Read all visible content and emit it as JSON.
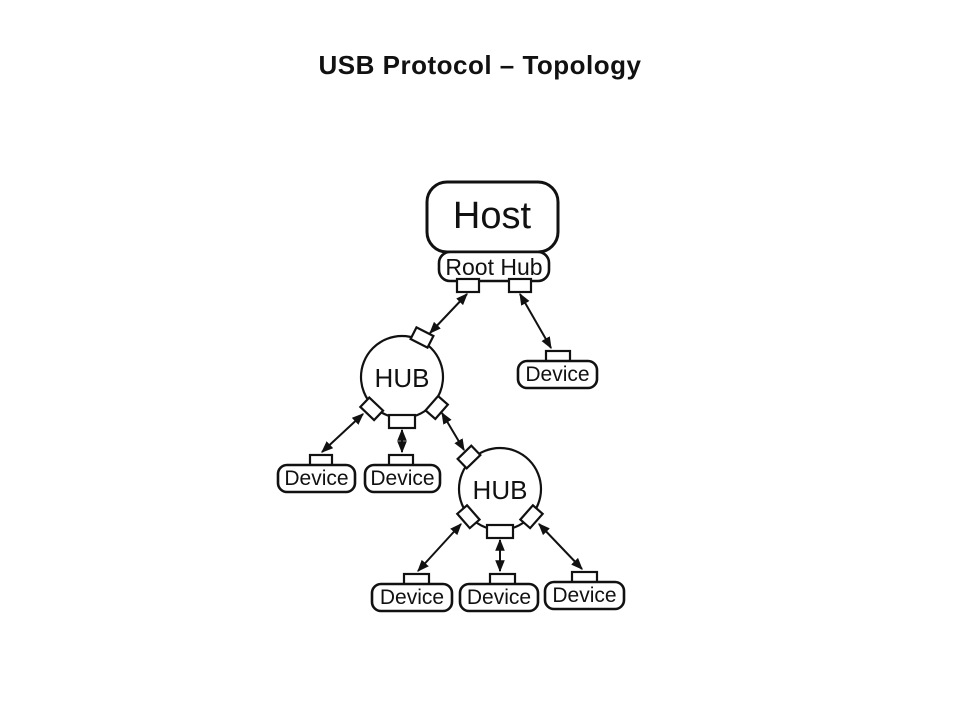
{
  "title": "USB Protocol – Topology",
  "colors": {
    "ink": "#111111",
    "background": "#ffffff"
  },
  "diagram": {
    "host": {
      "label": "Host"
    },
    "root_hub": {
      "label": "Root Hub"
    },
    "hub1": {
      "label": "HUB"
    },
    "hub2": {
      "label": "HUB"
    },
    "devices": [
      "Device",
      "Device",
      "Device",
      "Device",
      "Device",
      "Device"
    ]
  }
}
